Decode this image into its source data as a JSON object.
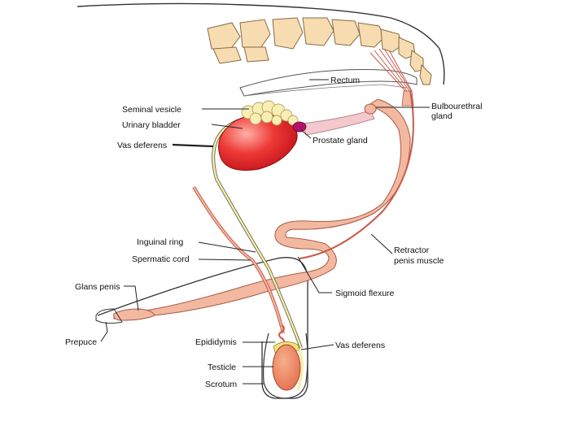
{
  "diagram": {
    "labels": {
      "rectum": "Rectum",
      "seminal_vesicle": "Seminal vesicle",
      "urinary_bladder": "Urinary bladder",
      "vas_deferens_upper": "Vas deferens",
      "prostate_gland": "Prostate gland",
      "bulbourethral_line1": "Bulbourethral",
      "bulbourethral_line2": "gland",
      "inguinal_ring": "Inguinal ring",
      "spermatic_cord": "Spermatic cord",
      "retractor_line1": "Retractor",
      "retractor_line2": "penis muscle",
      "glans_penis": "Glans penis",
      "sigmoid_flexure": "Sigmoid flexure",
      "prepuce": "Prepuce",
      "epididymis": "Epididymis",
      "vas_deferens_lower": "Vas deferens",
      "testicle": "Testicle",
      "scrotum": "Scrotum"
    },
    "colors": {
      "vertebrae": "#f6dcb0",
      "bladder": "#e8242b",
      "seminal_vesicle": "#f8efb4",
      "prostate": "#b0126a",
      "urethra": "#f3c8ce",
      "penis": "#f2b9a0",
      "retractor": "#c85a4a",
      "vas_deferens": "#f7f0a0",
      "testicle": "#ef9070",
      "epididymis": "#f7e27a"
    }
  }
}
